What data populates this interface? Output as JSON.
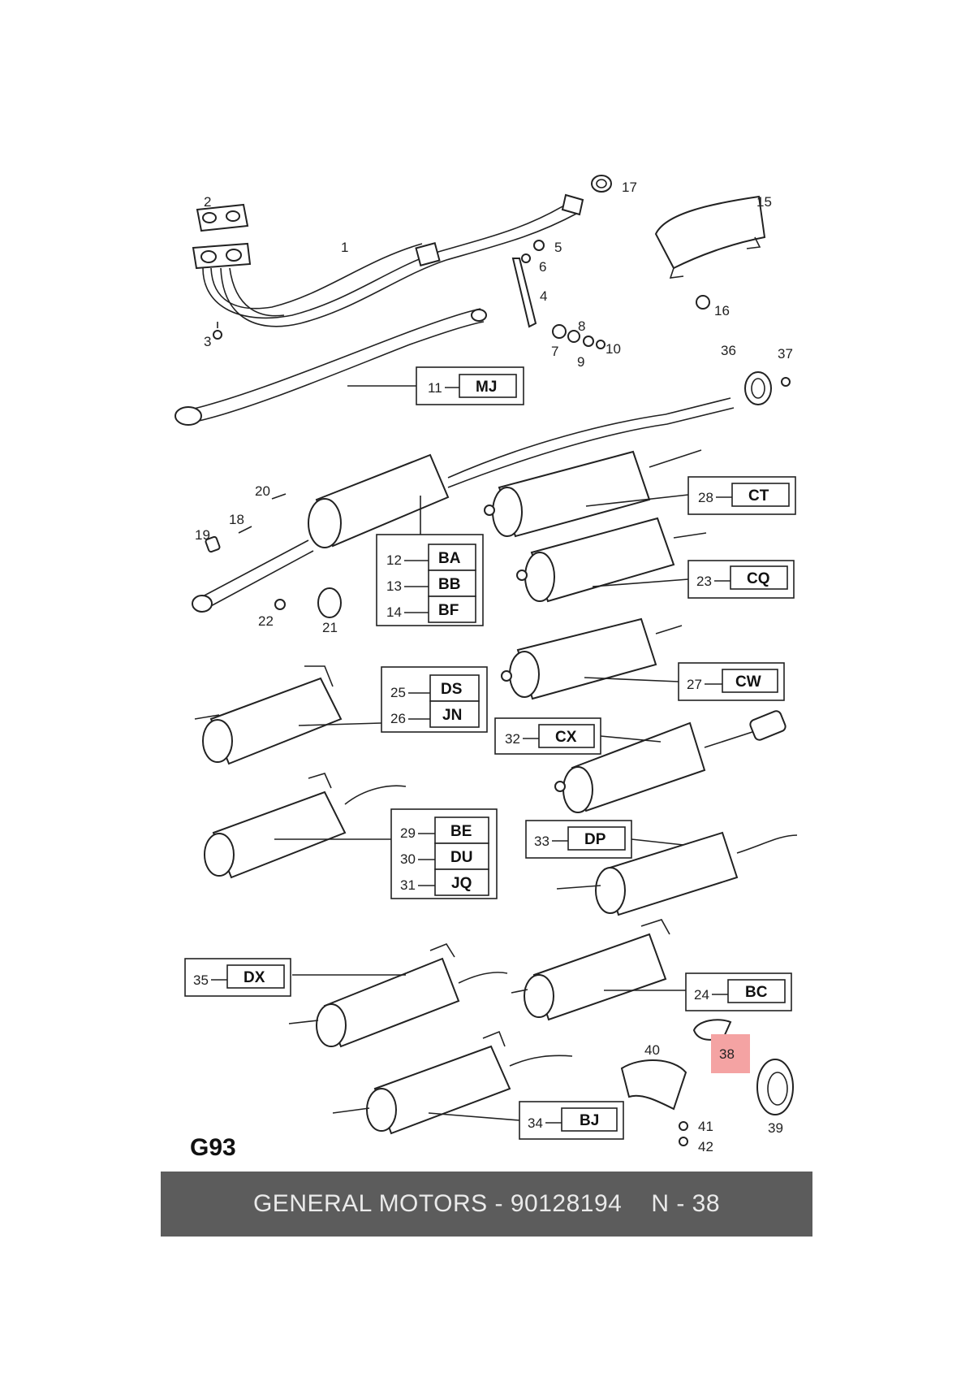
{
  "diagram": {
    "sheet_label": "G93",
    "highlight_color": "#f4a3a3",
    "callouts": [
      {
        "id": "c1",
        "text": "1"
      },
      {
        "id": "c2",
        "text": "2"
      },
      {
        "id": "c3",
        "text": "3"
      },
      {
        "id": "c4",
        "text": "4"
      },
      {
        "id": "c5",
        "text": "5"
      },
      {
        "id": "c6",
        "text": "6"
      },
      {
        "id": "c7",
        "text": "7"
      },
      {
        "id": "c8",
        "text": "8"
      },
      {
        "id": "c9",
        "text": "9"
      },
      {
        "id": "c10",
        "text": "10"
      },
      {
        "id": "c15",
        "text": "15"
      },
      {
        "id": "c16",
        "text": "16"
      },
      {
        "id": "c17",
        "text": "17"
      },
      {
        "id": "c18",
        "text": "18"
      },
      {
        "id": "c19",
        "text": "19"
      },
      {
        "id": "c20",
        "text": "20"
      },
      {
        "id": "c21",
        "text": "21"
      },
      {
        "id": "c22",
        "text": "22"
      },
      {
        "id": "c36",
        "text": "36"
      },
      {
        "id": "c37",
        "text": "37"
      },
      {
        "id": "c38",
        "text": "38"
      },
      {
        "id": "c39",
        "text": "39"
      },
      {
        "id": "c40",
        "text": "40"
      },
      {
        "id": "c41",
        "text": "41"
      },
      {
        "id": "c42",
        "text": "42"
      }
    ],
    "variant_boxes": [
      {
        "id": "mj",
        "rows": [
          {
            "num": "11",
            "code": "MJ"
          }
        ]
      },
      {
        "id": "ba",
        "rows": [
          {
            "num": "12",
            "code": "BA"
          },
          {
            "num": "13",
            "code": "BB"
          },
          {
            "num": "14",
            "code": "BF"
          }
        ]
      },
      {
        "id": "ct",
        "rows": [
          {
            "num": "28",
            "code": "CT"
          }
        ]
      },
      {
        "id": "cq",
        "rows": [
          {
            "num": "23",
            "code": "CQ"
          }
        ]
      },
      {
        "id": "ds",
        "rows": [
          {
            "num": "25",
            "code": "DS"
          },
          {
            "num": "26",
            "code": "JN"
          }
        ]
      },
      {
        "id": "cw",
        "rows": [
          {
            "num": "27",
            "code": "CW"
          }
        ]
      },
      {
        "id": "cx",
        "rows": [
          {
            "num": "32",
            "code": "CX"
          }
        ]
      },
      {
        "id": "be",
        "rows": [
          {
            "num": "29",
            "code": "BE"
          },
          {
            "num": "30",
            "code": "DU"
          },
          {
            "num": "31",
            "code": "JQ"
          }
        ]
      },
      {
        "id": "dp",
        "rows": [
          {
            "num": "33",
            "code": "DP"
          }
        ]
      },
      {
        "id": "dx",
        "rows": [
          {
            "num": "35",
            "code": "DX"
          }
        ]
      },
      {
        "id": "bc",
        "rows": [
          {
            "num": "24",
            "code": "BC"
          }
        ]
      },
      {
        "id": "bj",
        "rows": [
          {
            "num": "34",
            "code": "BJ"
          }
        ]
      }
    ]
  },
  "footer": {
    "brand": "GENERAL MOTORS - 90128194",
    "ref": "N - 38"
  }
}
